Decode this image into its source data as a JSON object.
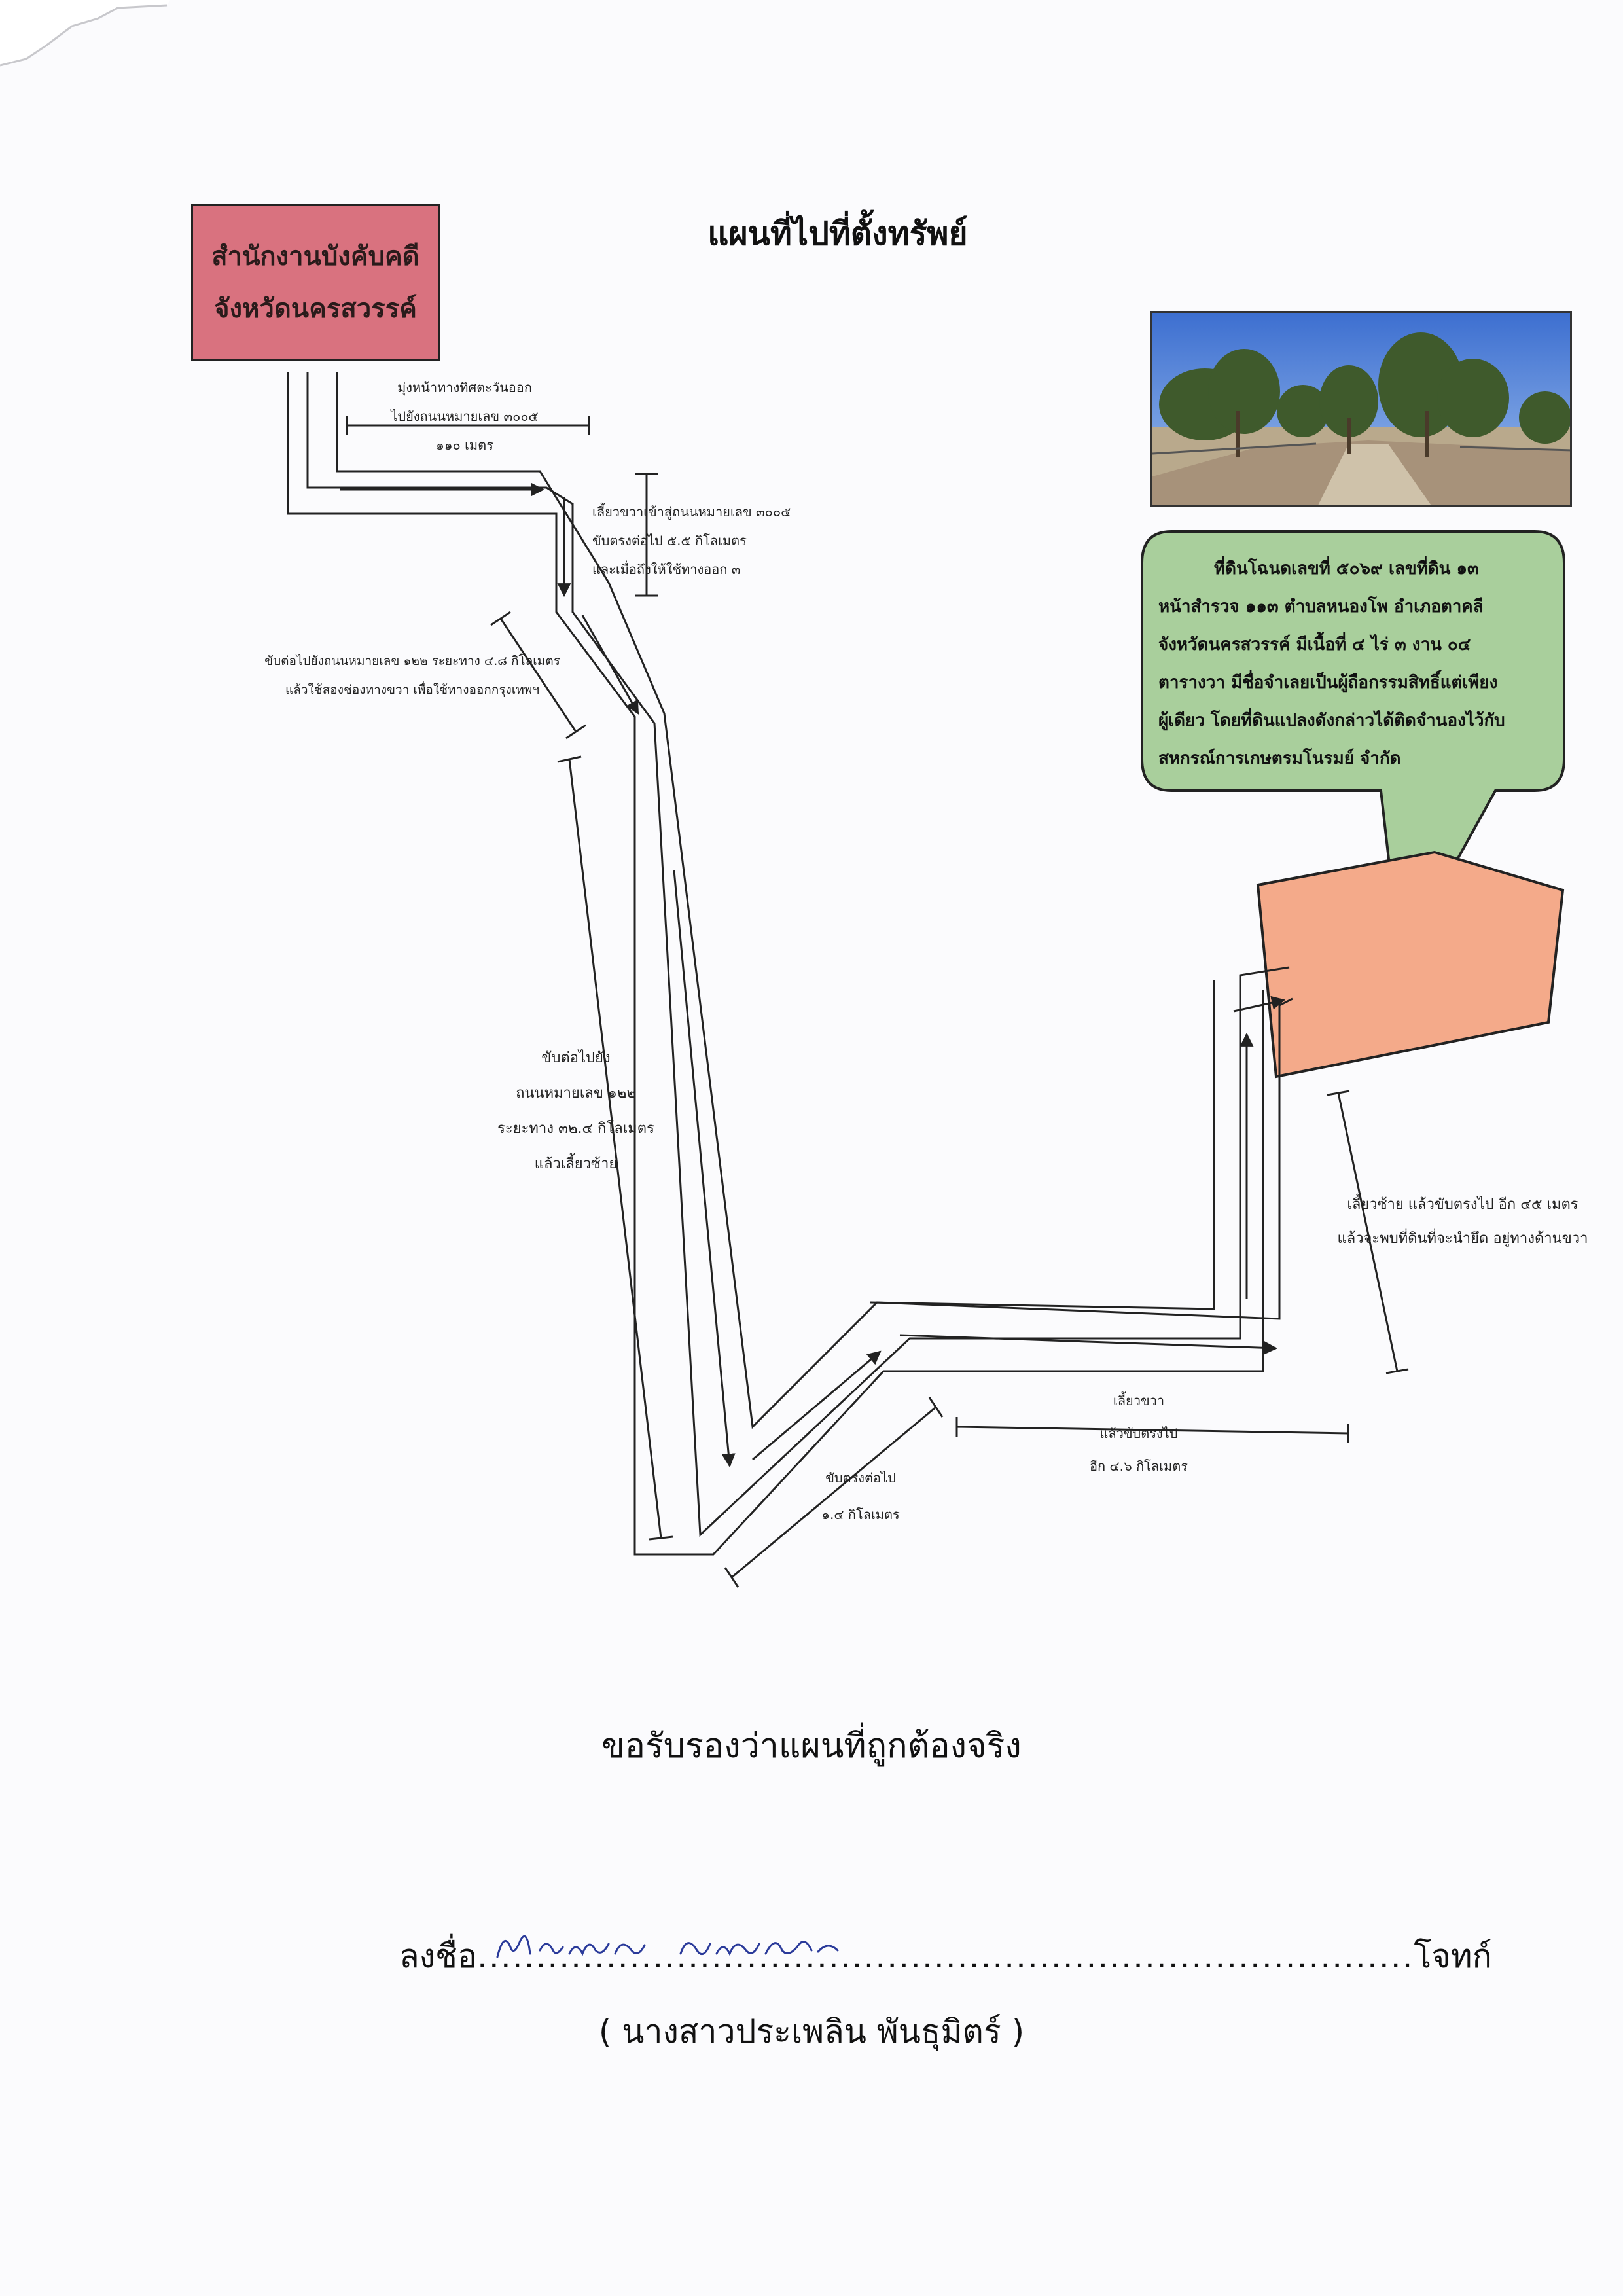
{
  "title": "แผนที่ไปที่ตั้งทรัพย์",
  "office": {
    "line1": "สำนักงานบังคับคดี",
    "line2": "จังหวัดนครสวรรค์"
  },
  "property_info": {
    "lines": [
      "ที่ดินโฉนดเลขที่ ๕๐๖๙ เลขที่ดิน ๑๓",
      "หน้าสำรวจ ๑๑๓ ตำบลหนองโพ อำเภอตาคลี",
      "จังหวัดนครสวรรค์ มีเนื้อที่ ๔ ไร่ ๓ งาน ๐๔",
      "ตารางวา มีชื่อจำเลยเป็นผู้ถือกรรมสิทธิ์แต่เพียง",
      "ผู้เดียว โดยที่ดินแปลงดังกล่าวได้ติดจำนองไว้กับ",
      "สหกรณ์การเกษตรมโนรมย์ จำกัด"
    ]
  },
  "directions": {
    "step1": [
      "มุ่งหน้าทางทิศตะวันออก",
      "ไปยังถนนหมายเลข ๓๐๐๕",
      "๑๑๐ เมตร"
    ],
    "step2": [
      "เลี้ยวขวาเข้าสู่ถนนหมายเลข ๓๐๐๕",
      "ขับตรงต่อไป ๕.๕ กิโลเมตร",
      "และเมื่อถึงให้ใช้ทางออก ๓"
    ],
    "step3": [
      "ขับต่อไปยังถนนหมายเลข ๑๒๒ ระยะทาง ๔.๘ กิโลเมตร",
      "แล้วใช้สองช่องทางขวา เพื่อใช้ทางออกกรุงเทพฯ"
    ],
    "step4": [
      "ขับต่อไปยัง",
      "ถนนหมายเลข ๑๒๒",
      "ระยะทาง ๓๒.๔ กิโลเมตร",
      "แล้วเลี้ยวซ้าย"
    ],
    "step5": [
      "ขับตรงต่อไป",
      "๑.๔ กิโลเมตร"
    ],
    "step6": [
      "เลี้ยวขวา",
      "แล้วขับตรงไป",
      "อีก ๔.๖ กิโลเมตร"
    ],
    "step7": [
      "เลี้ยวซ้าย แล้วขับตรงไป อีก ๔๕ เมตร",
      "แล้วจะพบที่ดินที่จะนำยึด อยู่ทางด้านขวา"
    ]
  },
  "certify": "ขอรับรองว่าแผนที่ถูกต้องจริง",
  "signature": {
    "label": "ลงชื่อ",
    "dots": "................................................................................",
    "role": "โจทก์",
    "handwritten": "ประเพลิน พันธุมิตร์",
    "printed_name": "( นางสาวประเพลิน พันธุมิตร์ )"
  },
  "colors": {
    "office_box": "#d9727f",
    "bubble": "#a9cf9c",
    "land_plot": "#f4aa8a",
    "road": "#222222",
    "ink": "#2a3a9a"
  }
}
